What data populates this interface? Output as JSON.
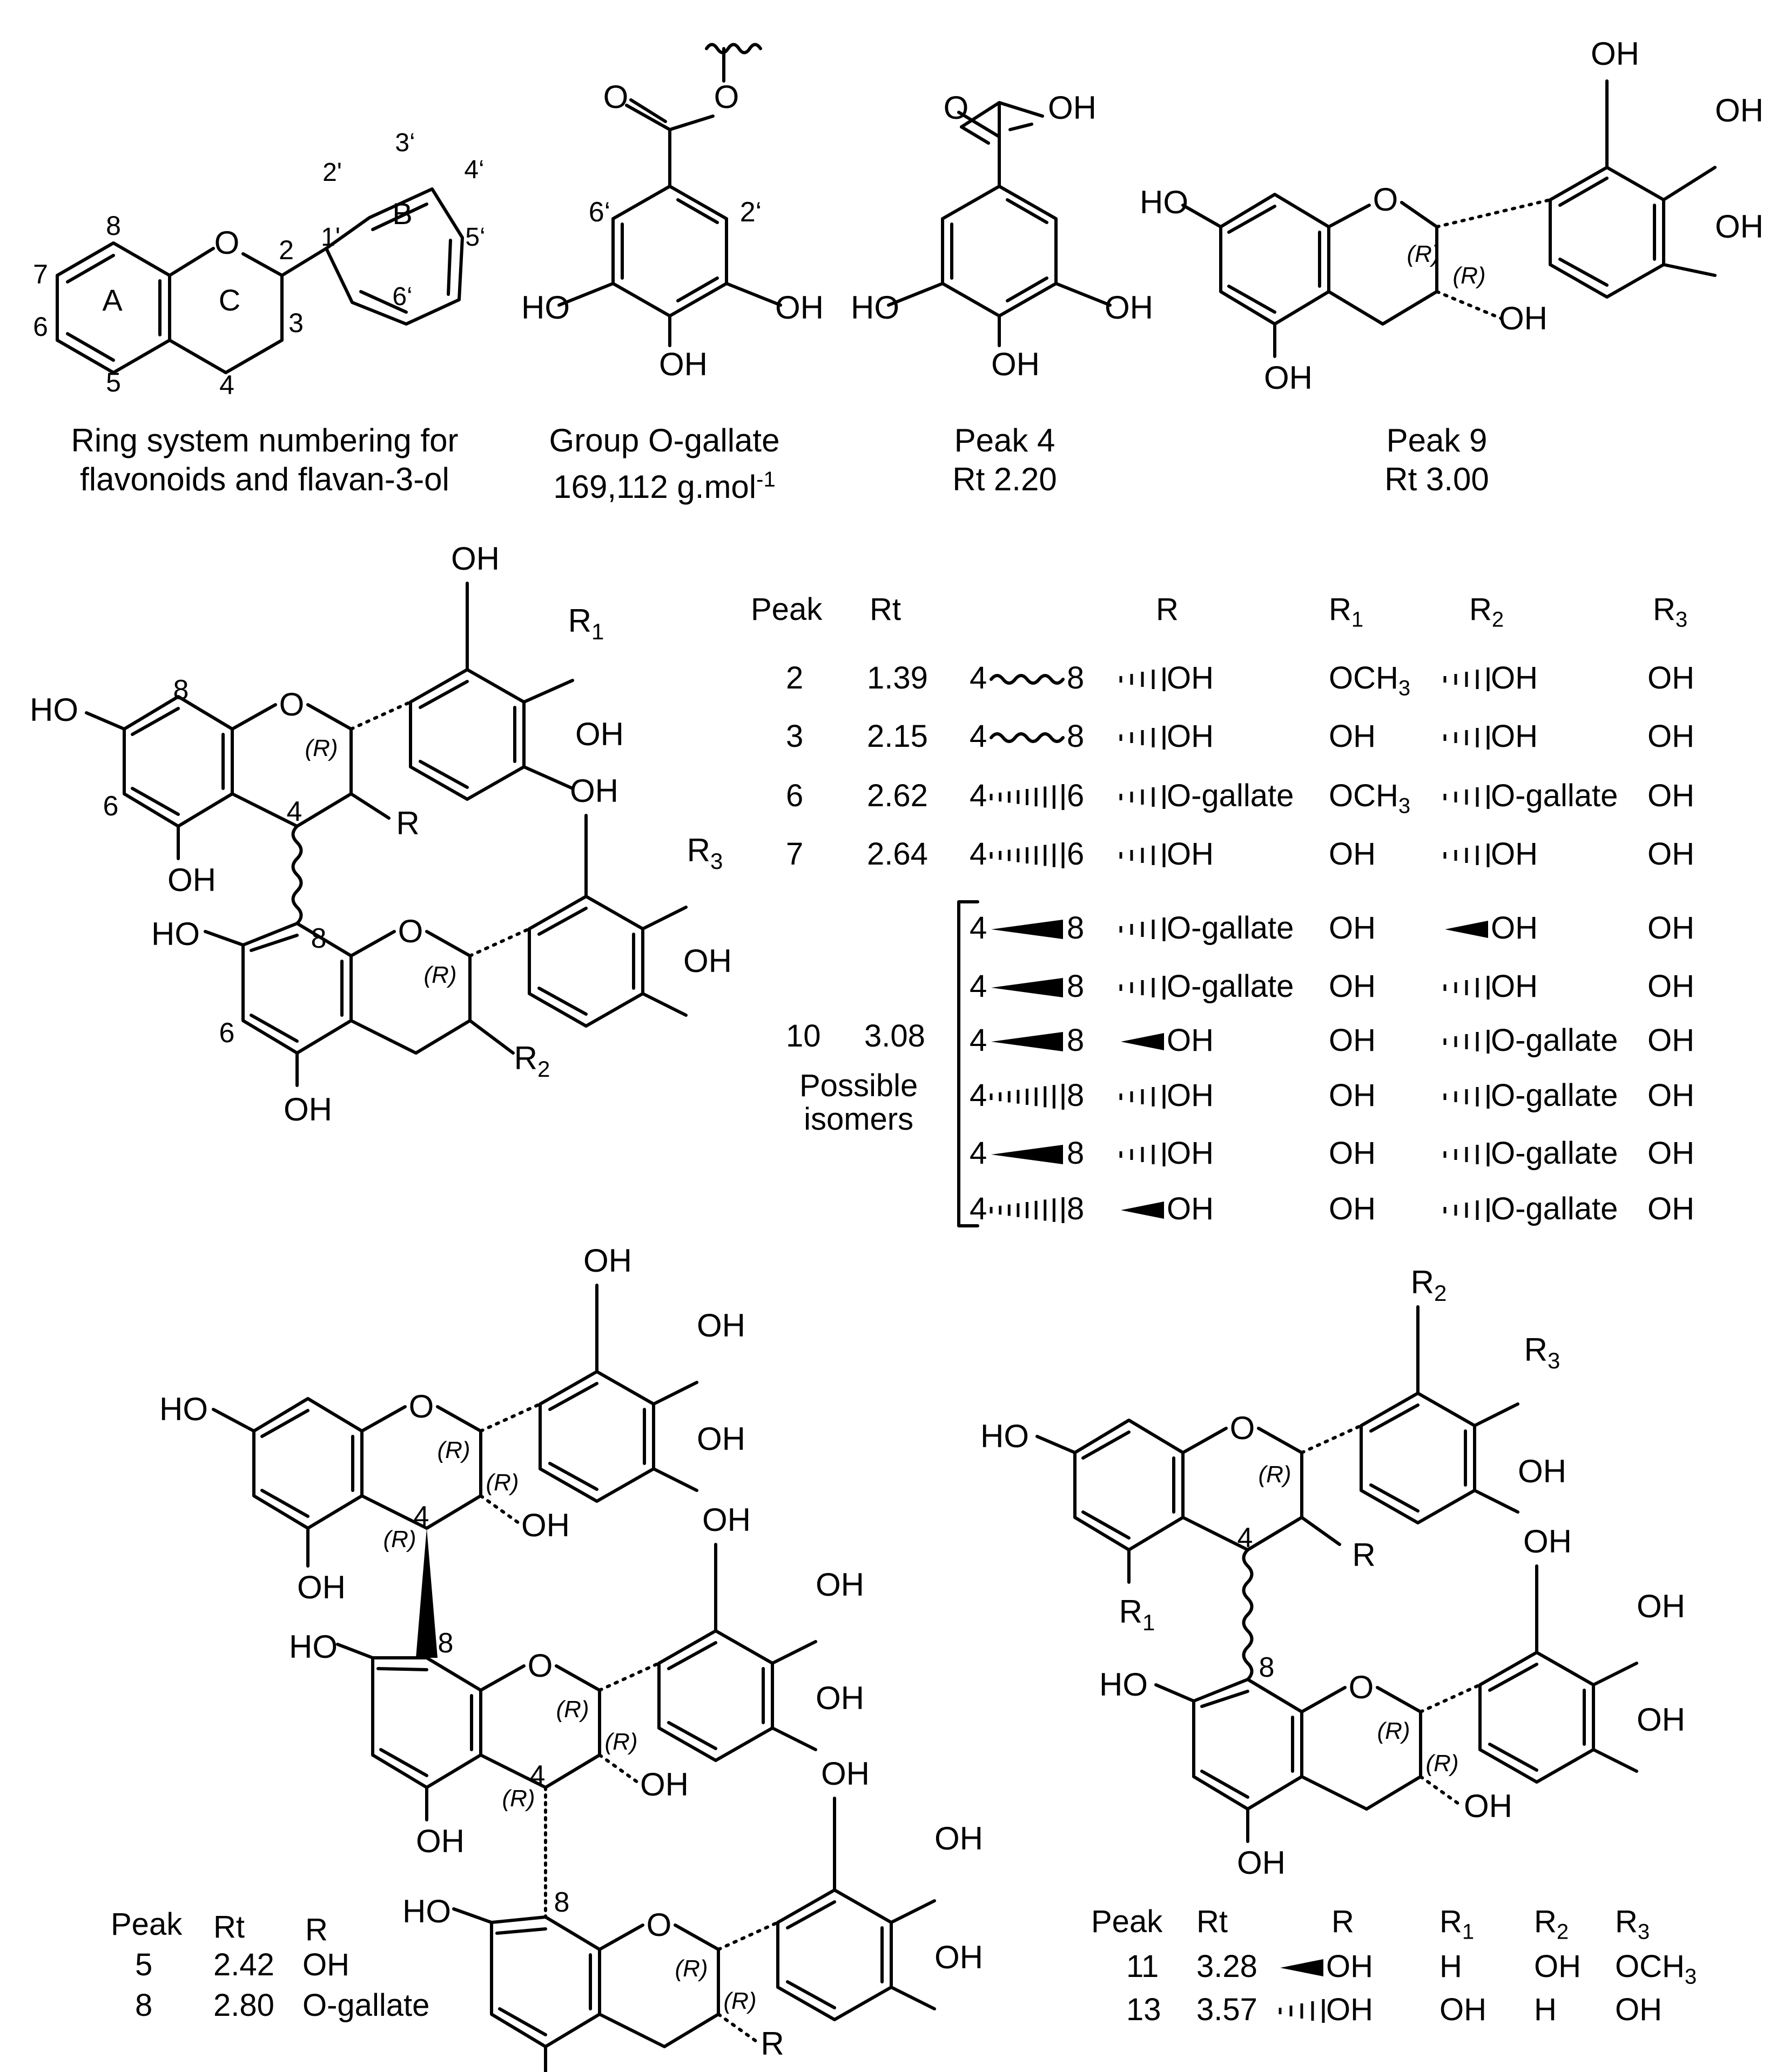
{
  "captions": {
    "ring": [
      "Ring system numbering for",
      "flavonoids and flavan-3-ol"
    ],
    "gallate": [
      "Group O-gallate",
      "169,112 g.mol",
      "-1"
    ],
    "peak4": [
      "Peak 4",
      "Rt 2.20"
    ],
    "peak9": [
      "Peak 9",
      "Rt 3.00"
    ]
  },
  "ring_labels": {
    "A": "A",
    "B": "B",
    "C": "C",
    "O": "O",
    "n2": "2",
    "n3": "3",
    "n4": "4",
    "n5": "5",
    "n6": "6",
    "n7": "7",
    "n8": "8",
    "n1p": "1'",
    "n2p": "2'",
    "n3p": "3‘",
    "n4p": "4‘",
    "n5p": "5‘",
    "n6p": "6‘"
  },
  "atoms": {
    "OH": "OH",
    "HO": "HO",
    "O": "O",
    "R": "R",
    "H": "H",
    "R1": "R",
    "R1_sub": "1",
    "R2_sub": "2",
    "R3_sub": "3",
    "stereo_R": "(R)",
    "n4": "4",
    "n6": "6",
    "n8": "8",
    "n2p": "2‘",
    "n6p": "6‘"
  },
  "dimer_table": {
    "headers": {
      "peak": "Peak",
      "rt": "Rt",
      "r": "R",
      "r1": "R",
      "r2": "R",
      "r3": "R",
      "r1_sub": "1",
      "r2_sub": "2",
      "r3_sub": "3"
    },
    "rows": [
      {
        "peak": "2",
        "rt": "1.39",
        "l1": "4",
        "l2": "8",
        "link": "wavy",
        "r_type": "hash",
        "r": "OH",
        "r1": "OCH",
        "r1_sub": "3",
        "r2_type": "hash",
        "r2": "OH",
        "r3": "OH"
      },
      {
        "peak": "3",
        "rt": "2.15",
        "l1": "4",
        "l2": "8",
        "link": "wavy",
        "r_type": "hash",
        "r": "OH",
        "r1": "OH",
        "r1_sub": "",
        "r2_type": "hash",
        "r2": "OH",
        "r3": "OH"
      },
      {
        "peak": "6",
        "rt": "2.62",
        "l1": "4",
        "l2": "6",
        "link": "hash",
        "r_type": "hash",
        "r": "O-gallate",
        "r1": "OCH",
        "r1_sub": "3",
        "r2_type": "hash",
        "r2": "O-gallate",
        "r3": "OH"
      },
      {
        "peak": "7",
        "rt": "2.64",
        "l1": "4",
        "l2": "6",
        "link": "hash",
        "r_type": "hash",
        "r": "OH",
        "r1": "OH",
        "r1_sub": "",
        "r2_type": "hash",
        "r2": "OH",
        "r3": "OH"
      }
    ],
    "peak10": {
      "peak": "10",
      "rt": "3.08",
      "note": [
        "Possible",
        "isomers"
      ]
    },
    "isomers": [
      {
        "l1": "4",
        "l2": "8",
        "link": "wedge",
        "r_type": "hash",
        "r": "O-gallate",
        "r1": "OH",
        "r2_type": "wedge",
        "r2": "OH",
        "r3": "OH"
      },
      {
        "l1": "4",
        "l2": "8",
        "link": "wedge",
        "r_type": "hash",
        "r": "O-gallate",
        "r1": "OH",
        "r2_type": "hash",
        "r2": "OH",
        "r3": "OH"
      },
      {
        "l1": "4",
        "l2": "8",
        "link": "wedge",
        "r_type": "wedge",
        "r": "OH",
        "r1": "OH",
        "r2_type": "hash",
        "r2": "O-gallate",
        "r3": "OH"
      },
      {
        "l1": "4",
        "l2": "8",
        "link": "hash",
        "r_type": "hash",
        "r": "OH",
        "r1": "OH",
        "r2_type": "hash",
        "r2": "O-gallate",
        "r3": "OH"
      },
      {
        "l1": "4",
        "l2": "8",
        "link": "wedge",
        "r_type": "hash",
        "r": "OH",
        "r1": "OH",
        "r2_type": "hash",
        "r2": "O-gallate",
        "r3": "OH"
      },
      {
        "l1": "4",
        "l2": "8",
        "link": "hash",
        "r_type": "wedge",
        "r": "OH",
        "r1": "OH",
        "r2_type": "hash",
        "r2": "O-gallate",
        "r3": "OH"
      }
    ]
  },
  "trimer_table": {
    "headers": {
      "peak": "Peak",
      "rt": "Rt",
      "r": "R"
    },
    "rows": [
      {
        "peak": "5",
        "rt": "2.42",
        "r": "OH"
      },
      {
        "peak": "8",
        "rt": "2.80",
        "r": "O-gallate"
      }
    ]
  },
  "bottom_table": {
    "headers": {
      "peak": "Peak",
      "rt": "Rt",
      "r": "R",
      "r1": "R",
      "r2": "R",
      "r3": "R",
      "r1_sub": "1",
      "r2_sub": "2",
      "r3_sub": "3"
    },
    "rows": [
      {
        "peak": "11",
        "rt": "3.28",
        "r_type": "wedge",
        "r": "OH",
        "r1": "H",
        "r2": "OH",
        "r3": "OCH",
        "r3_sub": "3"
      },
      {
        "peak": "13",
        "rt": "3.57",
        "r_type": "hash",
        "r": "OH",
        "r1": "OH",
        "r2": "H",
        "r3": "OH",
        "r3_sub": ""
      }
    ]
  }
}
